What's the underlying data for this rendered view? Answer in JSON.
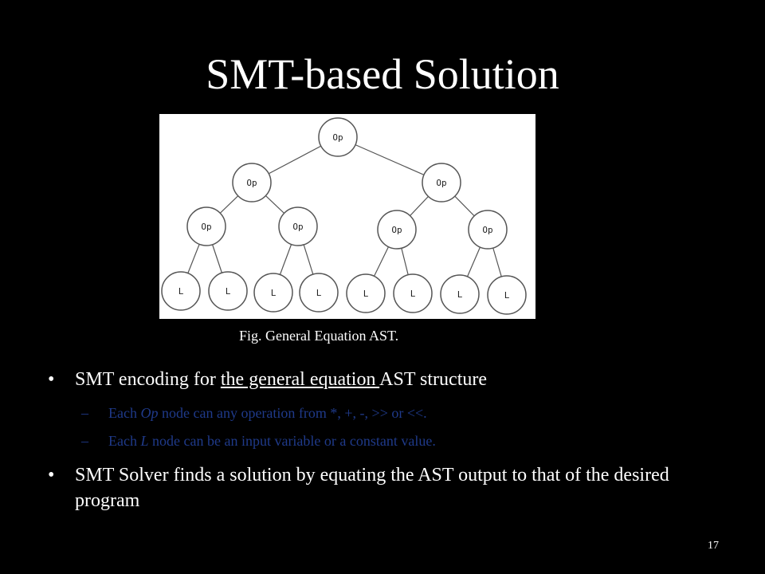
{
  "slide": {
    "title": "SMT-based Solution",
    "caption": "Fig. General Equation AST.",
    "slide_number": "17"
  },
  "figure": {
    "op_label": "Op",
    "leaf_label": "L"
  },
  "bullets": [
    {
      "pre": "SMT encoding for ",
      "underlined": "the general equation ",
      "post": "AST structure",
      "sub": [
        {
          "pre": "Each ",
          "em": "Op",
          "post": " node can any operation from *, +, -, >> or <<."
        },
        {
          "pre": "Each ",
          "em": "L",
          "post": " node can be an input variable or a constant value."
        }
      ]
    },
    {
      "text": "SMT Solver finds a solution by equating the AST output to that of the desired program"
    }
  ],
  "colors": {
    "background": "#000000",
    "text": "#ffffff",
    "subtext": "#1f3a8a",
    "figure_bg": "#ffffff"
  }
}
